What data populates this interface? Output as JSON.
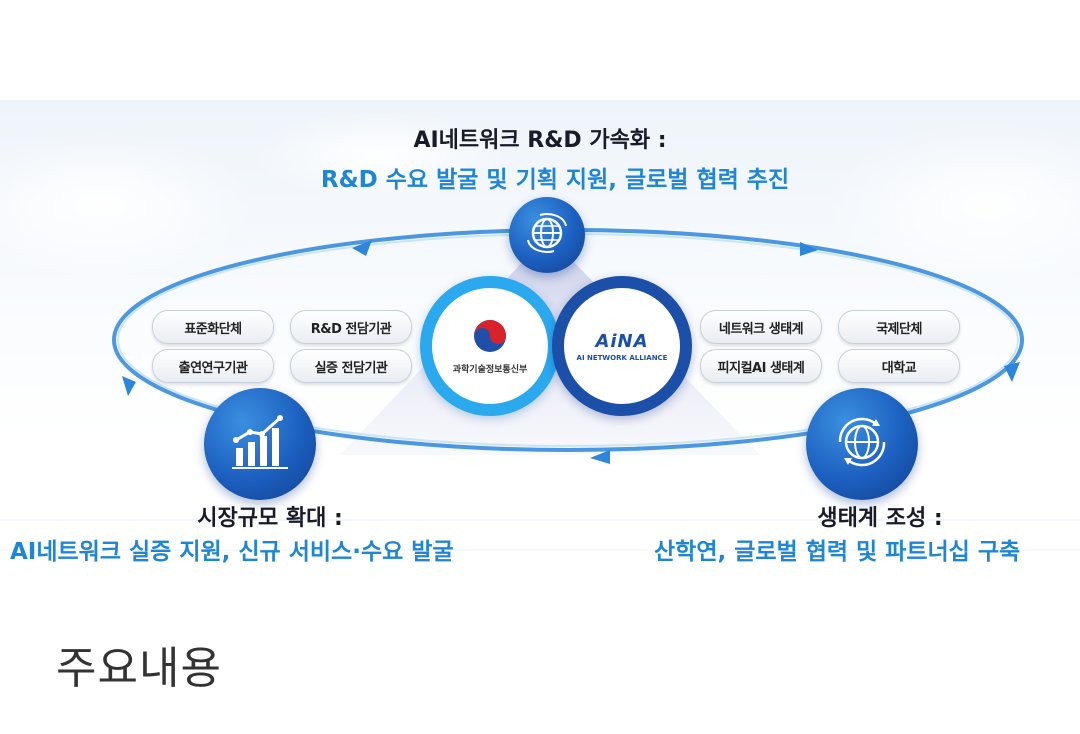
{
  "diagram": {
    "top": {
      "title": "AI네트워크 R&D 가속화 :",
      "subtitle": "R&D 수요 발굴 및 기획 지원, 글로벌 협력 추진"
    },
    "left": {
      "title": "시장규모 확대 :",
      "subtitle": "AI네트워크 실증 지원, 신규 서비스·수요 발굴"
    },
    "right": {
      "title": "생태계 조성 :",
      "subtitle": "산학연, 글로벌 협력 및 파트너십 구축"
    },
    "center_left_logo_text": "과학기술정보통신부",
    "center_right_logo": {
      "name": "AiNA",
      "tagline": "AI NETWORK ALLIANCE"
    },
    "left_pills": [
      "표준화단체",
      "R&D 전담기관",
      "출연연구기관",
      "실증 전담기관"
    ],
    "right_pills": [
      "네트워크 생태계",
      "국제단체",
      "피지컬AI 생태계",
      "대학교"
    ],
    "icons": {
      "top": "globe-network-icon",
      "left": "bar-chart-growth-icon",
      "right": "globe-refresh-icon"
    },
    "colors": {
      "accent_blue": "#1f86d6",
      "badge_blue": "#1c5fbf",
      "ring_light": "#2aa9ef",
      "ring_dark": "#1b4fa8"
    }
  },
  "section_title": "주요내용"
}
